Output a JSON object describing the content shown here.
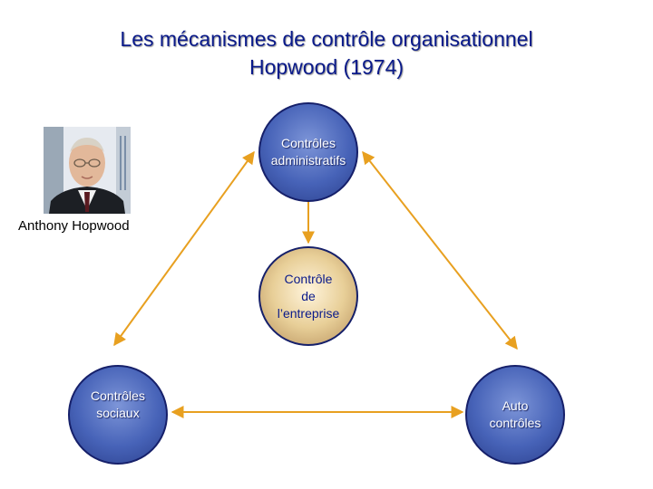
{
  "title": {
    "line1": "Les mécanismes de contrôle organisationnel",
    "line2": "Hopwood (1974)"
  },
  "photo": {
    "caption": "Anthony Hopwood"
  },
  "nodes": {
    "administratifs": {
      "line1": "Contrôles",
      "line2": "administratifs"
    },
    "entreprise": {
      "line1": "Contrôle",
      "line2": "de",
      "line3": "l’entreprise"
    },
    "sociaux": {
      "line1": "Contrôles",
      "line2": "sociaux"
    },
    "auto": {
      "line1": "Auto",
      "line2": "contrôles"
    }
  },
  "colors": {
    "title": "#0a1a8a",
    "arrow": "#e8a020",
    "node_blue": "#4763b8",
    "node_tan": "#e8cf98",
    "node_border": "#16206a"
  }
}
